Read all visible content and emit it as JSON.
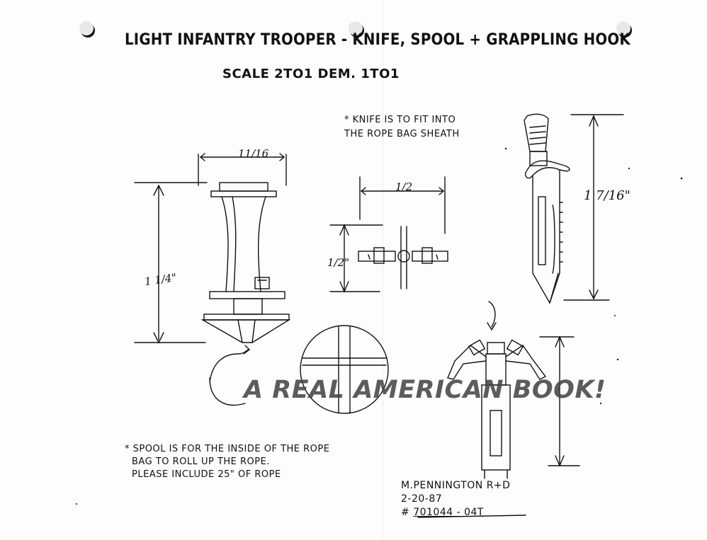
{
  "title": "LIGHT INFANTRY TROOPER - KNIFE, SPOOL + GRAPPLING HOOK",
  "scale": "SCALE 2TO1 DEM. 1TO1",
  "knife_note": [
    "* KNIFE IS TO FIT INTO",
    "THE ROPE BAG SHEATH"
  ],
  "spool_note": [
    "* SPOOL IS FOR THE INSIDE OF THE ROPE",
    "BAG TO ROLL UP THE ROPE.",
    "PLEASE INCLUDE 25\" OF ROPE"
  ],
  "dimensions": {
    "spool_width": "11/16",
    "spool_height": "1 1/4\"",
    "hook_top_width": "1/2",
    "hook_top_height": "1/2\"",
    "knife_height": "1 7/16\""
  },
  "signature": {
    "name": "M.PENNINGTON R+D",
    "date": "2-20-87",
    "number_prefix": "#",
    "number": "701044 - 04T"
  },
  "watermark": "A REAL AMERICAN BOOK!"
}
